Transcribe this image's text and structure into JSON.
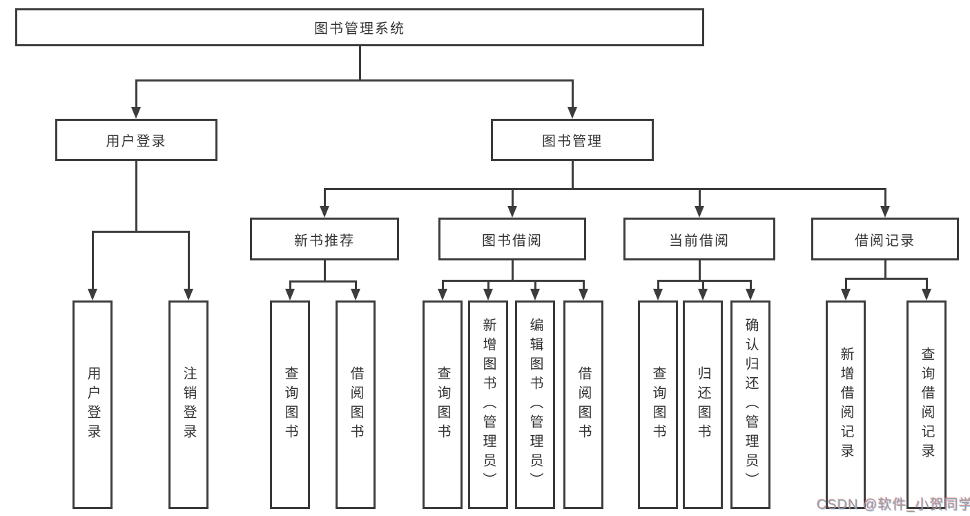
{
  "diagram": {
    "root": {
      "label": "图书管理系统"
    },
    "branches": [
      {
        "label": "用户登录",
        "leaves": [
          {
            "label": "用户登录"
          },
          {
            "label": "注销登录"
          }
        ]
      },
      {
        "label": "图书管理",
        "groups": [
          {
            "label": "新书推荐",
            "leaves": [
              {
                "label": "查询图书"
              },
              {
                "label": "借阅图书"
              }
            ]
          },
          {
            "label": "图书借阅",
            "leaves": [
              {
                "label": "查询图书"
              },
              {
                "label": "新增图书（管理员）"
              },
              {
                "label": "编辑图书（管理员）"
              },
              {
                "label": "借阅图书"
              }
            ]
          },
          {
            "label": "当前借阅",
            "leaves": [
              {
                "label": "查询图书"
              },
              {
                "label": "归还图书"
              },
              {
                "label": "确认归还（管理员）"
              }
            ]
          },
          {
            "label": "借阅记录",
            "leaves": [
              {
                "label": "新增借阅记录"
              },
              {
                "label": "查询借阅记录"
              }
            ]
          }
        ]
      }
    ]
  },
  "watermark": {
    "text": "CSDN @软件_小贺同学"
  },
  "colors": {
    "line": "#3c3c3c",
    "text": "#333333",
    "background": "#ffffff",
    "watermark": "#9b9b9b"
  }
}
